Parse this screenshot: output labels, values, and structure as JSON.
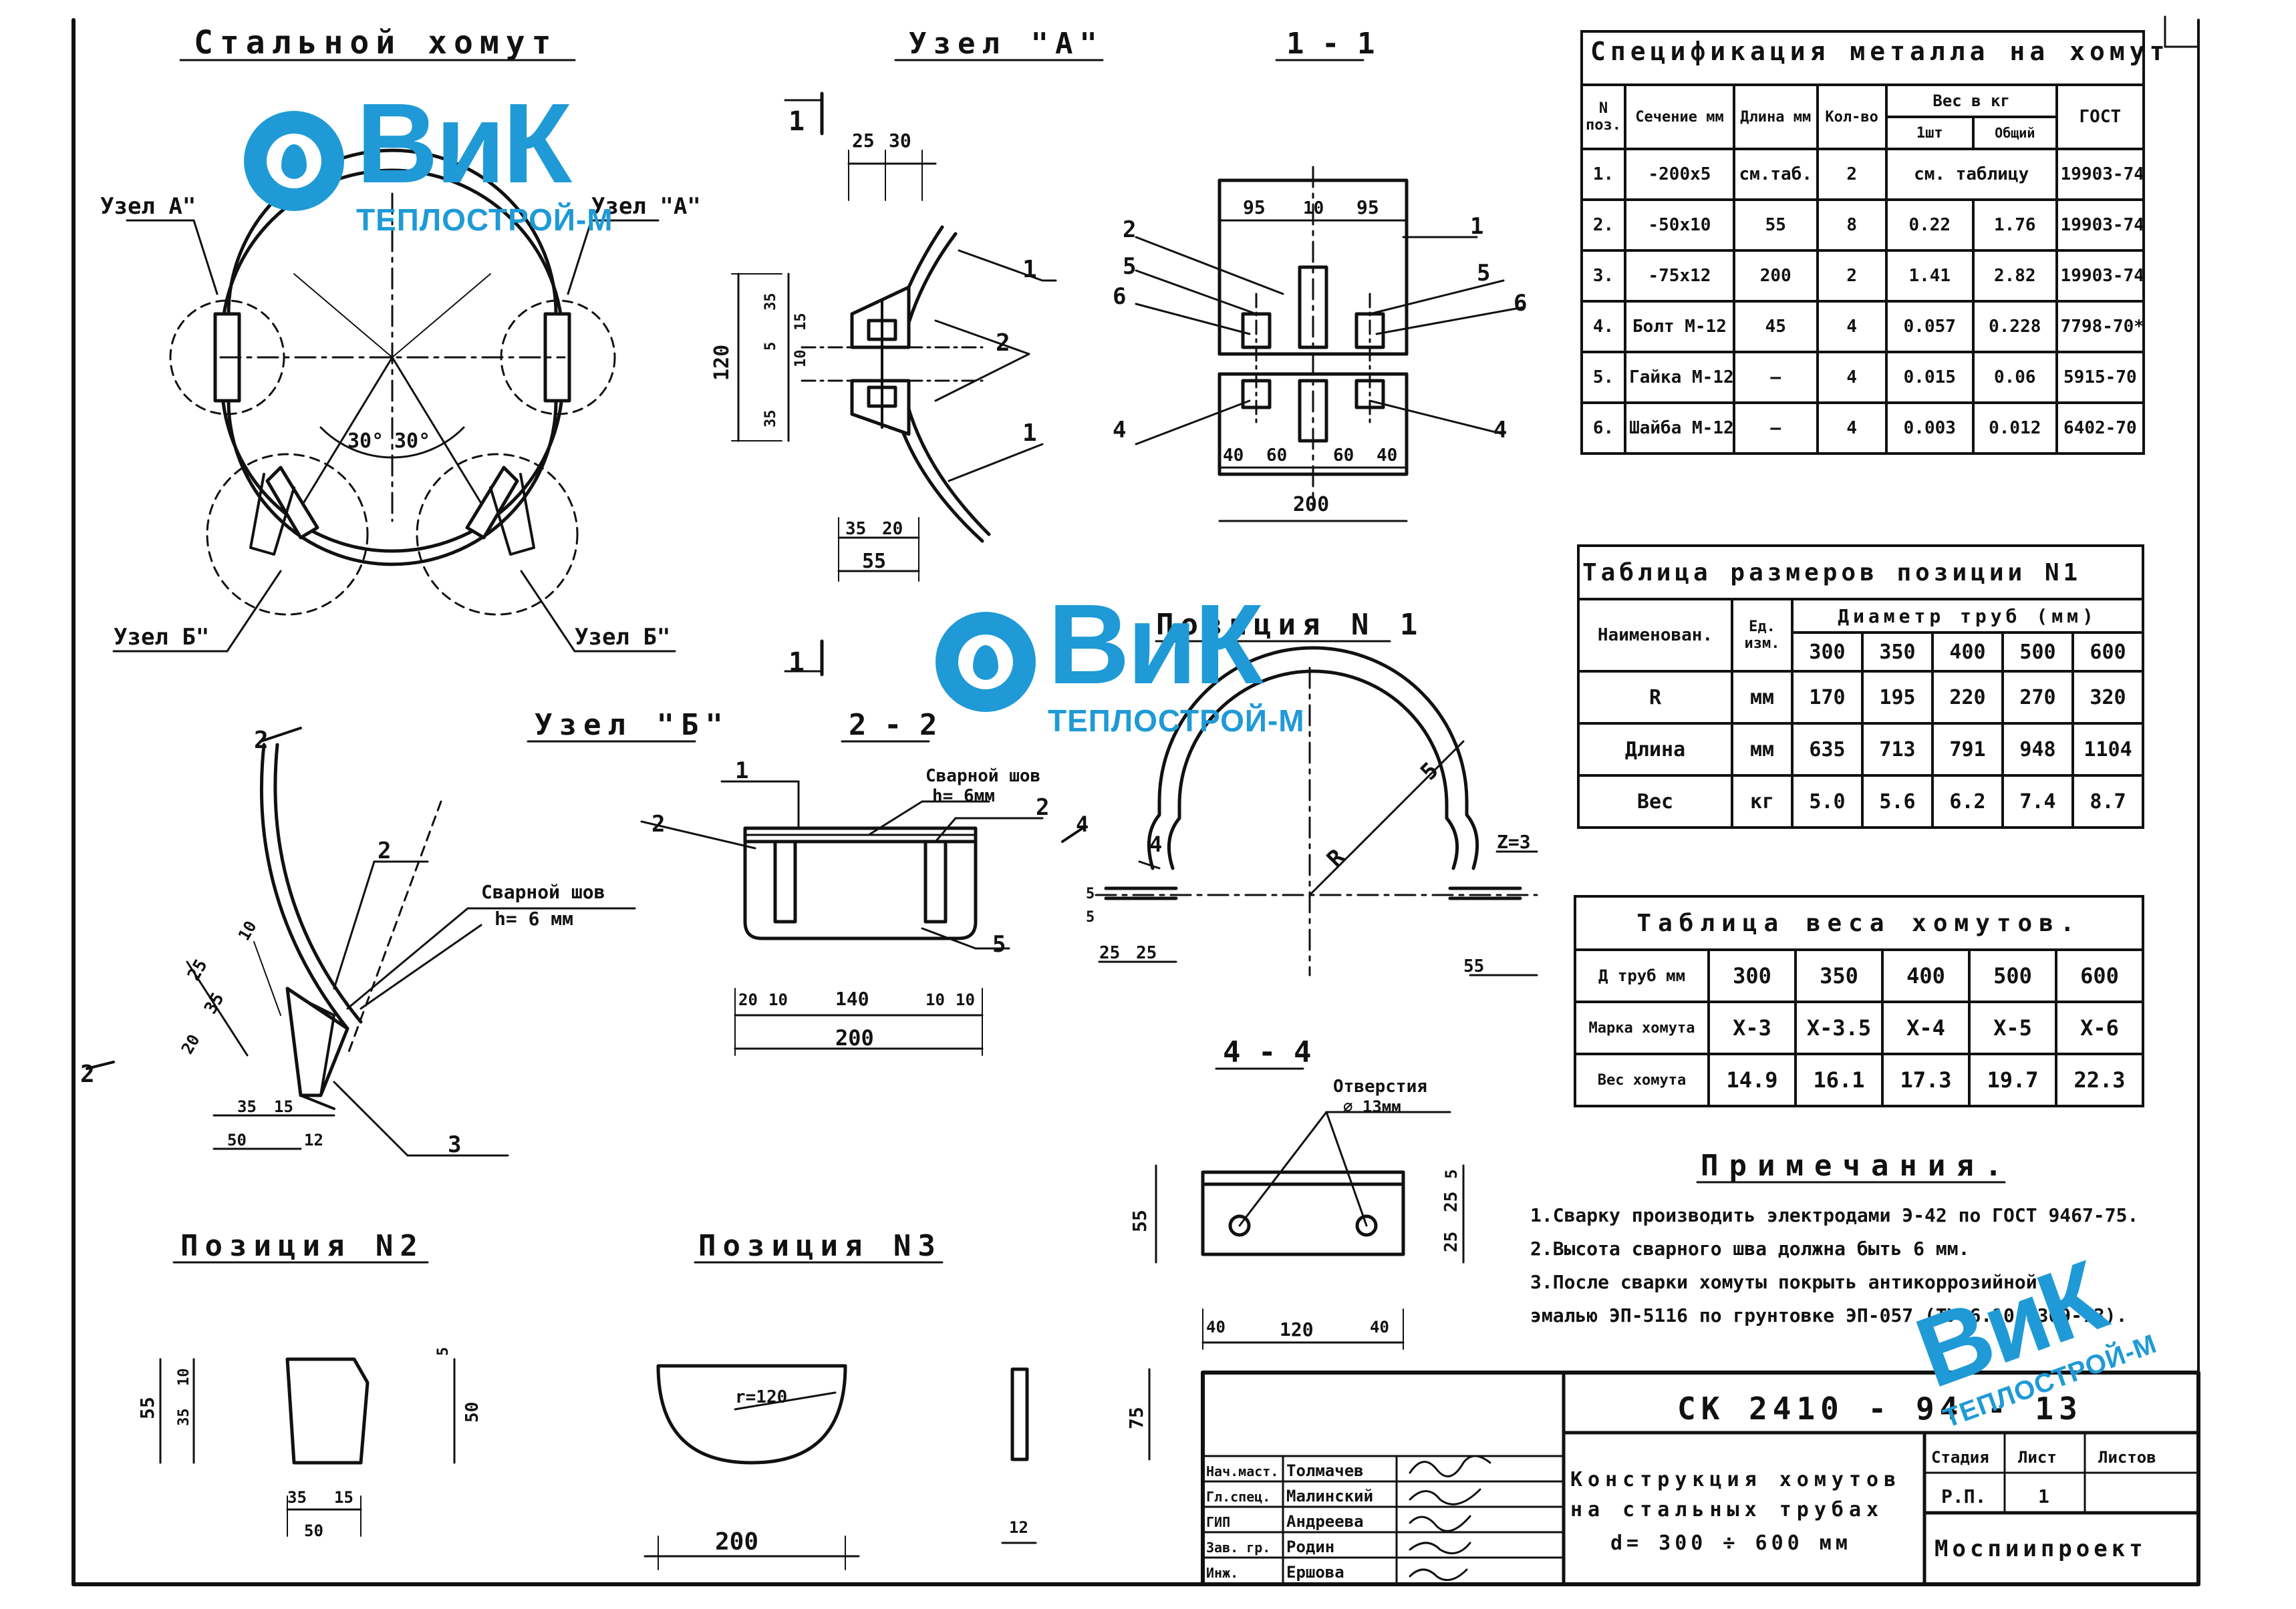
{
  "titles": {
    "steel_clamp": "Стальной хомут",
    "node_a": "Узел \"А\"",
    "section_1_1": "1 - 1",
    "position_1": "Позиция N 1",
    "node_b": "Узел \"Б\"",
    "section_2_2": "2 - 2",
    "section_4_4": "4 - 4",
    "position_2": "Позиция N2",
    "position_3": "Позиция N3"
  },
  "callouts": {
    "node_a_left": "Узел А\"",
    "node_a_right": "Узел \"А\"",
    "node_b_left": "Узел Б\"",
    "node_b_right": "Узел Б\"",
    "weld_seam_1": "Сварной шов",
    "weld_seam_1_h": "h= 6 мм",
    "weld_seam_2": "Сварной шов",
    "weld_seam_2_h": "h= 6мм",
    "holes": "Отверстия",
    "holes_d": "⌀ 13мм",
    "angle_left": "30°",
    "angle_right": "30°",
    "radius_label": "R",
    "radius_r120": "r=120",
    "n1": "1",
    "n2": "2",
    "n3": "3",
    "n4": "4",
    "n5": "5",
    "n6": "6",
    "z3": "Z=3",
    "sec_mark_1": "1",
    "sec_mark_2": "2",
    "sec_mark_4": "4"
  },
  "dimensions": {
    "d25": "25",
    "d30": "30",
    "d120": "120",
    "d35": "35",
    "d15": "15",
    "d5": "5",
    "d10": "10",
    "d55": "55",
    "d95": "95",
    "d40": "40",
    "d60": "60",
    "d200": "200",
    "d140": "140",
    "d12": "12",
    "d50": "50",
    "d20": "20"
  },
  "spec_table": {
    "caption": "Спецификация металла на хомут",
    "headers": [
      "N поз.",
      "Сечение мм",
      "Длина мм",
      "Кол-во",
      "Вес в кг",
      "ГОСТ"
    ],
    "subheaders": [
      "1шт",
      "Общий"
    ],
    "rows": [
      [
        "1.",
        "-200x5",
        "см.таб.",
        "2",
        "см. таблицу",
        "",
        "19903-74*"
      ],
      [
        "2.",
        "-50x10",
        "55",
        "8",
        "0.22",
        "1.76",
        "19903-74*"
      ],
      [
        "3.",
        "-75x12",
        "200",
        "2",
        "1.41",
        "2.82",
        "19903-74*"
      ],
      [
        "4.",
        "Болт М-12",
        "45",
        "4",
        "0.057",
        "0.228",
        "7798-70*"
      ],
      [
        "5.",
        "Гайка М-12",
        "—",
        "4",
        "0.015",
        "0.06",
        "5915-70"
      ],
      [
        "6.",
        "Шайба М-12",
        "—",
        "4",
        "0.003",
        "0.012",
        "6402-70"
      ]
    ]
  },
  "size_table": {
    "caption": "Таблица размеров позиции N1",
    "header_name": "Наименован.",
    "header_unit": "Ед. изм.",
    "header_diam": "Диаметр труб (мм)",
    "diameters": [
      "300",
      "350",
      "400",
      "500",
      "600"
    ],
    "rows": [
      {
        "name": "R",
        "unit": "мм",
        "values": [
          "170",
          "195",
          "220",
          "270",
          "320"
        ]
      },
      {
        "name": "Длина",
        "unit": "мм",
        "values": [
          "635",
          "713",
          "791",
          "948",
          "1104"
        ]
      },
      {
        "name": "Вес",
        "unit": "кг",
        "values": [
          "5.0",
          "5.6",
          "6.2",
          "7.4",
          "8.7"
        ]
      }
    ]
  },
  "weight_table": {
    "caption": "Таблица веса хомутов.",
    "rows": [
      {
        "label": "Д труб мм",
        "values": [
          "300",
          "350",
          "400",
          "500",
          "600"
        ]
      },
      {
        "label": "Марка хомута",
        "values": [
          "Х-3",
          "Х-3.5",
          "Х-4",
          "Х-5",
          "Х-6"
        ]
      },
      {
        "label": "Вес хомута",
        "values": [
          "14.9",
          "16.1",
          "17.3",
          "19.7",
          "22.3"
        ]
      }
    ]
  },
  "notes": {
    "title": "Примечания.",
    "items": [
      "1.Сварку производить электродами Э-42 по ГОСТ 9467-75.",
      "2.Высота сварного шва должна быть 6 мм.",
      "3.После сварки хомуты покрыть антикоррозийной",
      "   эмалью ЭП-5116 по грунтовке ЭП-057 (ТУ 6.10.1369-73)."
    ]
  },
  "title_block": {
    "doc_code": "СК 2410 - 94 - 13",
    "description": [
      "Конструкция хомутов",
      "на стальных трубах",
      "d= 300 ÷ 600 мм"
    ],
    "roles": [
      "Нач.маст.",
      "Гл.спец.",
      "ГИП",
      "Зав. гр.",
      "Инж."
    ],
    "names": [
      "Толмачев",
      "Малинский",
      "Андреева",
      "Родин",
      "Ершова"
    ],
    "stage_label": "Стадия",
    "sheet_label": "Лист",
    "sheets_label": "Листов",
    "stage_value": "Р.П.",
    "sheet_value": "1",
    "organization": "Моспиипроект"
  },
  "watermark": {
    "brand": "ВиК",
    "subtitle": "ТЕПЛОСТРОЙ-М",
    "color": "#1f9ad6"
  }
}
